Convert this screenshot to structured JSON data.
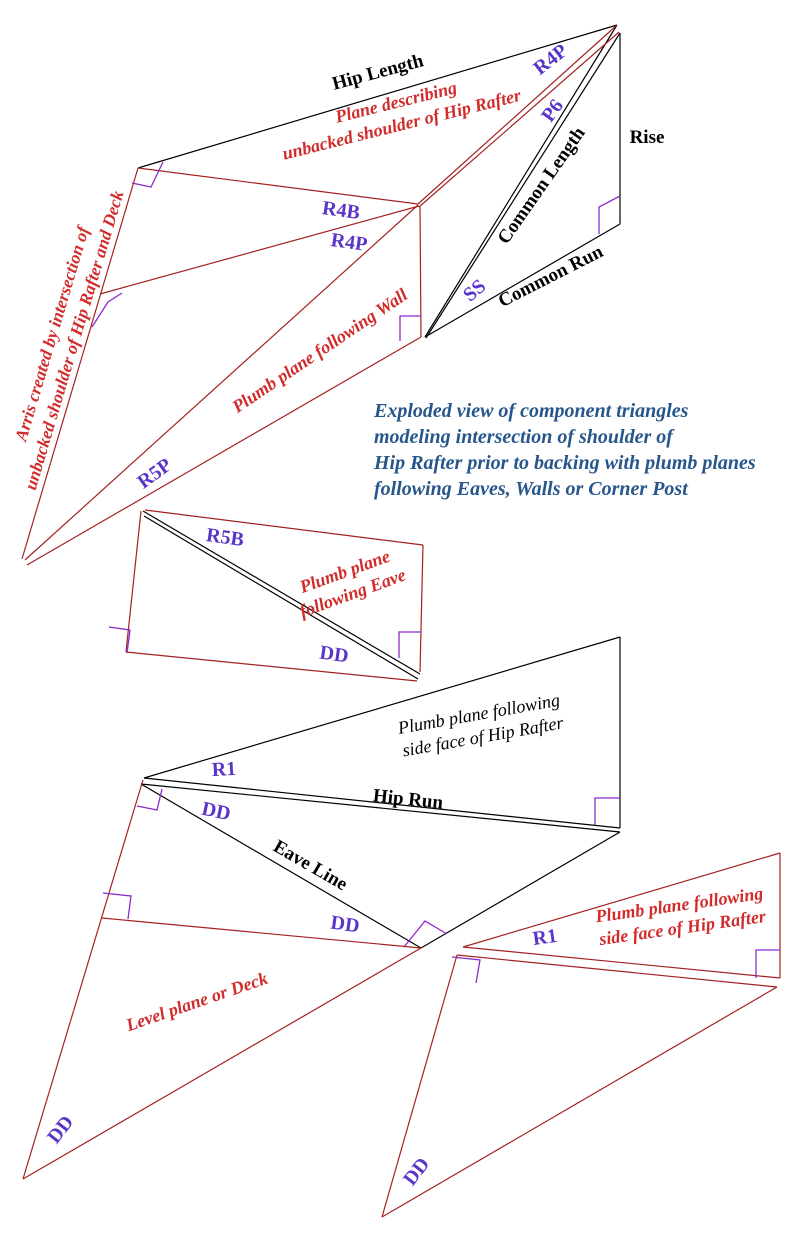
{
  "colors": {
    "line_red": "#a42121",
    "line_black": "#000000",
    "marker_purple": "#8c2bc9",
    "label_blue": "#5b35c8",
    "text_red": "#d22b2b",
    "note_blue": "#26568a"
  },
  "note": {
    "line1": "Exploded view of component triangles",
    "line2": "modeling intersection of shoulder of",
    "line3": "Hip Rafter prior to backing with plumb planes",
    "line4": "following Eaves, Walls or Corner Post"
  },
  "labels": {
    "hip_length": "Hip Length",
    "plane_desc_1": "Plane describing",
    "plane_desc_2": "unbacked shoulder of Hip Rafter",
    "r4p_apex": "R4P",
    "p6": "P6",
    "rise": "Rise",
    "common_length": "Common Length",
    "common_run": "Common Run",
    "ss": "SS",
    "r4b": "R4B",
    "r4p_mid": "R4P",
    "plumb_wall": "Plumb plane following Wall",
    "r5p": "R5P",
    "arris_1": "Arris created by intersection of",
    "arris_2": "unbacked shoulder of Hip Rafter and Deck",
    "r5b": "R5B",
    "plumb_eave_1": "Plumb plane",
    "plumb_eave_2": "following Eave",
    "dd_eave": "DD",
    "plumb_side_black_1": "Plumb plane following",
    "plumb_side_black_2": "side face of Hip Rafter",
    "r1_hip": "R1",
    "hip_run": "Hip Run",
    "dd_hip": "DD",
    "eave_line": "Eave Line",
    "dd_eave_junction": "DD",
    "level_plane": "Level plane or Deck",
    "dd_deck": "DD",
    "r1_right": "R1",
    "plumb_side_red_1": "Plumb plane following",
    "plumb_side_red_2": "side face of Hip Rafter",
    "dd_right": "DD"
  }
}
